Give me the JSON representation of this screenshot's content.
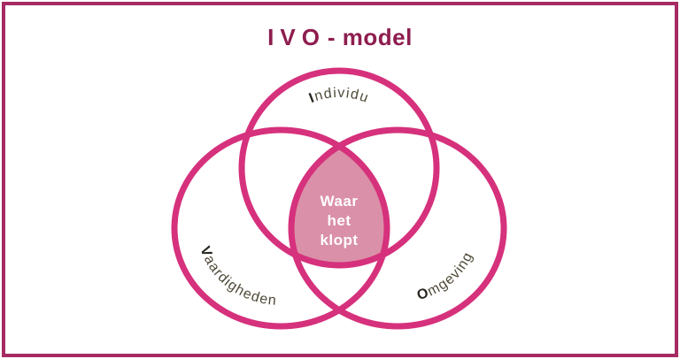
{
  "title": {
    "acronym": "IVO",
    "rest": "- model"
  },
  "venn": {
    "sets": [
      {
        "name": "Individu",
        "initial": "I",
        "rest": "ndividu",
        "position": "top"
      },
      {
        "name": "Vaardigheden",
        "initial": "V",
        "rest": "aardigheden",
        "position": "bottom-left"
      },
      {
        "name": "Omgeving",
        "initial": "O",
        "rest": "mgeving",
        "position": "bottom-right"
      }
    ],
    "center_label": {
      "line1": "Waar",
      "line2": "het",
      "line3": "klopt"
    }
  },
  "colors": {
    "circle_stroke": "#d6317c",
    "center_fill": "#da90a8",
    "center_text": "#ffffff",
    "title_text": "#8e1d4e",
    "frame_border": "#a82a62",
    "label_text": "#4f4a38",
    "label_initial": "#26241c"
  }
}
